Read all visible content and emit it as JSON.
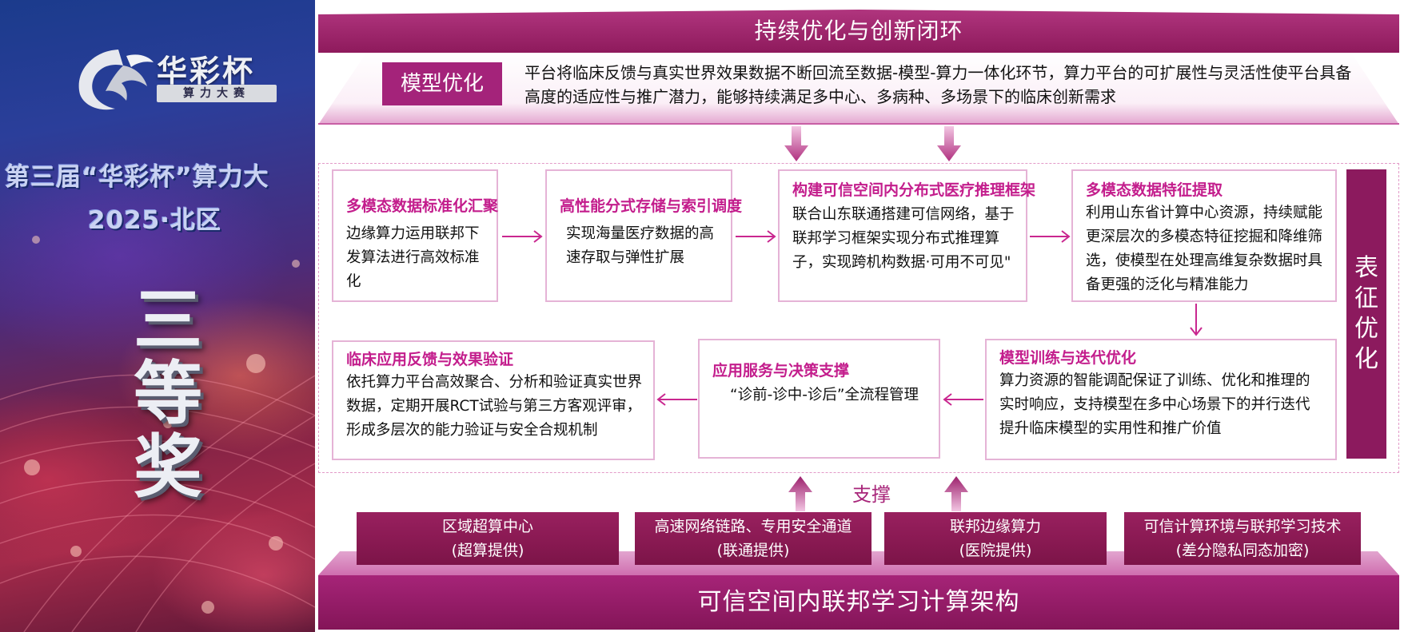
{
  "banner": {
    "logo_title": "华彩杯",
    "logo_subtitle": "算力大赛",
    "event_line1": "第三届“华彩杯”算力大",
    "event_line2": "2025·北区",
    "award_chars": [
      "三",
      "等",
      "奖"
    ]
  },
  "top_bar": "持续优化与创新闭环",
  "model_opt": {
    "tag": "模型优化",
    "desc_line1": "平台将临床反馈与真实世界效果数据不断回流至数据-模型-算力一体化环节，算力平台的可扩展性与灵活性使平台具备",
    "desc_line2": "高度的适应性与推广潜力，能够持续满足多中心、多病种、多场景下的临床创新需求"
  },
  "side_label": [
    "表",
    "征",
    "优",
    "化"
  ],
  "steps": {
    "s1": {
      "title": "多模态数据标准化汇聚",
      "desc": "边缘算力运用联邦下发算法进行高效标准化"
    },
    "s2": {
      "title": "高性能分式存储与索引调度",
      "desc": "实现海量医疗数据的高速存取与弹性扩展"
    },
    "s3": {
      "title": "构建可信空间内分布式医疗推理框架",
      "desc": "联合山东联通搭建可信网络，基于联邦学习框架实现分布式推理算子，实现跨机构数据·可用不可见\""
    },
    "s4": {
      "title": "多模态数据特征提取",
      "desc": "利用山东省计算中心资源，持续赋能更深层次的多模态特征挖掘和降维筛选，使模型在处理高维复杂数据时具备更强的泛化与精准能力"
    },
    "s5": {
      "title": "模型训练与迭代优化",
      "desc": "算力资源的智能调配保证了训练、优化和推理的实时响应，支持模型在多中心场景下的并行迭代提升临床模型的实用性和推广价值"
    },
    "s6": {
      "title": "应用服务与决策支撑",
      "desc": "“诊前-诊中-诊后”全流程管理"
    },
    "s7": {
      "title": "临床应用反馈与效果验证",
      "desc": "依托算力平台高效聚合、分析和验证真实世界数据，定期开展RCT试验与第三方客观评审，形成多层次的能力验证与安全合规机制"
    }
  },
  "support_label": "支撑",
  "pillars": [
    {
      "line1": "区域超算中心",
      "line2": "(超算提供)"
    },
    {
      "line1": "高速网络链路、专用安全通道",
      "line2": "(联通提供)"
    },
    {
      "line1": "联邦边缘算力",
      "line2": "(医院提供)"
    },
    {
      "line1": "可信计算环境与联邦学习技术",
      "line2": "(差分隐私同态加密)"
    }
  ],
  "bottom_bar": "可信空间内联邦学习计算架构",
  "colors": {
    "magenta_dark": "#8c1a5e",
    "magenta_title": "#c31d8c",
    "box_border": "#e5b3d6"
  }
}
